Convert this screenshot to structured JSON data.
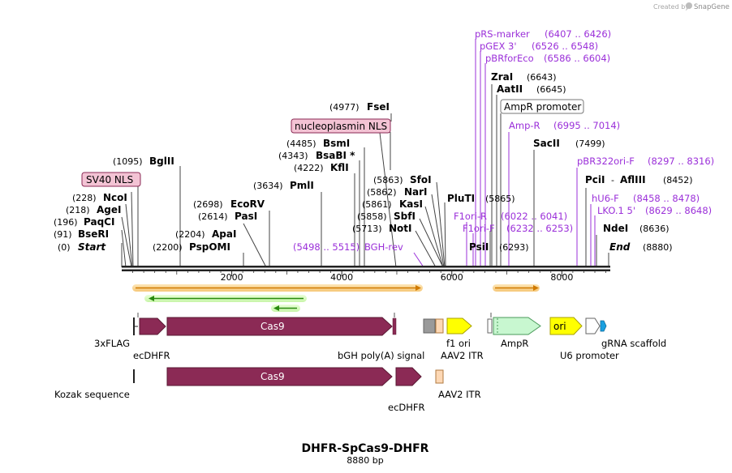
{
  "watermark": "Created by",
  "brand": "SnapGene",
  "title": "DHFR-SpCas9-DHFR",
  "subtitle": "8880 bp",
  "axis": {
    "ticks": [
      {
        "pos": 2000,
        "label": "2000"
      },
      {
        "pos": 4000,
        "label": "4000"
      },
      {
        "pos": 6000,
        "label": "6000"
      },
      {
        "pos": 8000,
        "label": "8000"
      }
    ]
  },
  "sites_left": [
    {
      "name": "Start",
      "pos": "(0)",
      "italic": true,
      "mark": 0
    },
    {
      "name": "BseRI",
      "pos": "(91)",
      "mark": 91
    },
    {
      "name": "PaqCI",
      "pos": "(196)",
      "mark": 196
    },
    {
      "name": "AgeI",
      "pos": "(218)",
      "mark": 218
    },
    {
      "name": "NcoI",
      "pos": "(228)",
      "mark": 228
    },
    {
      "name": "BglII",
      "pos": "(1095)",
      "mark": 1095
    },
    {
      "name": "PspOMI",
      "pos": "(2200)",
      "mark": 2200
    },
    {
      "name": "ApaI",
      "pos": "(2204)",
      "mark": 2204
    },
    {
      "name": "PasI",
      "pos": "(2614)",
      "mark": 2614
    },
    {
      "name": "EcoRV",
      "pos": "(2698)",
      "mark": 2698
    },
    {
      "name": "PmlI",
      "pos": "(3634)",
      "mark": 3634
    },
    {
      "name": "KflI",
      "pos": "(4222)",
      "mark": 4222
    },
    {
      "name": "BsaBI *",
      "pos": "(4343)",
      "mark": 4343
    },
    {
      "name": "BsmI",
      "pos": "(4485)",
      "mark": 4485
    },
    {
      "name": "FseI",
      "pos": "(4977)",
      "mark": 4977
    },
    {
      "name": "NotI",
      "pos": "(5713)",
      "mark": 5713
    },
    {
      "name": "SbfI",
      "pos": "(5858)",
      "mark": 5858
    },
    {
      "name": "KasI",
      "pos": "(5861)",
      "mark": 5861
    },
    {
      "name": "NarI",
      "pos": "(5862)",
      "mark": 5862
    },
    {
      "name": "SfoI",
      "pos": "(5863)",
      "mark": 5863
    }
  ],
  "sites_right": [
    {
      "name": "PluTI",
      "pos": "(5865)",
      "mark": 5865
    },
    {
      "name": "PsiI",
      "pos": "(6293)",
      "mark": 6293
    },
    {
      "name": "SacII",
      "pos": "(7499)",
      "mark": 7499
    },
    {
      "name": "ZraI",
      "pos": "(6643)",
      "mark": 6643
    },
    {
      "name": "AatII",
      "pos": "(6645)",
      "mark": 6645
    },
    {
      "name": "PciI",
      "name2": "AflIII",
      "pos": "(8452)",
      "mark": 8452
    },
    {
      "name": "NdeI",
      "pos": "(8636)",
      "mark": 8636
    },
    {
      "name": "End",
      "pos": "(8880)",
      "italic": true,
      "mark": 8880
    }
  ],
  "primers": [
    {
      "name": "pRS-marker",
      "range": "(6407 .. 6426)"
    },
    {
      "name": "pGEX 3'",
      "range": "(6526 .. 6548)"
    },
    {
      "name": "pBRforEco",
      "range": "(6586 .. 6604)"
    },
    {
      "name": "Amp-R",
      "range": "(6995 .. 7014)"
    },
    {
      "name": "pBR322ori-F",
      "range": "(8297 .. 8316)"
    },
    {
      "name": "hU6-F",
      "range": "(8458 .. 8478)"
    },
    {
      "name": "LKO.1 5'",
      "range": "(8629 .. 8648)"
    },
    {
      "name": "F1ori-R",
      "range": "(6022 .. 6041)"
    },
    {
      "name": "F1ori-F",
      "range": "(6232 .. 6253)"
    },
    {
      "name": "BGH-rev",
      "range": "(5498 .. 5515)"
    }
  ],
  "boxed_features": [
    {
      "name": "SV40 NLS",
      "style": "pink"
    },
    {
      "name": "nucleoplasmin NLS",
      "style": "pink"
    },
    {
      "name": "AmpR promoter",
      "style": "white"
    }
  ],
  "features": {
    "cas9_main": "Cas9",
    "cas9_second": "Cas9",
    "ori": "ori",
    "labels": [
      "3xFLAG",
      "ecDHFR",
      "bGH poly(A) signal",
      "f1 ori",
      "AAV2 ITR",
      "AmpR",
      "U6 promoter",
      "gRNA scaffold",
      "Kozak sequence",
      "ecDHFR",
      "AAV2 ITR"
    ]
  },
  "colors": {
    "cas9": "#8b2a55",
    "f1ori": "#ffff00",
    "ampr": "#c8f7d0",
    "primer": "#9b30d9",
    "orf_orange": "#f0a030",
    "orf_green": "#2a8a10"
  }
}
